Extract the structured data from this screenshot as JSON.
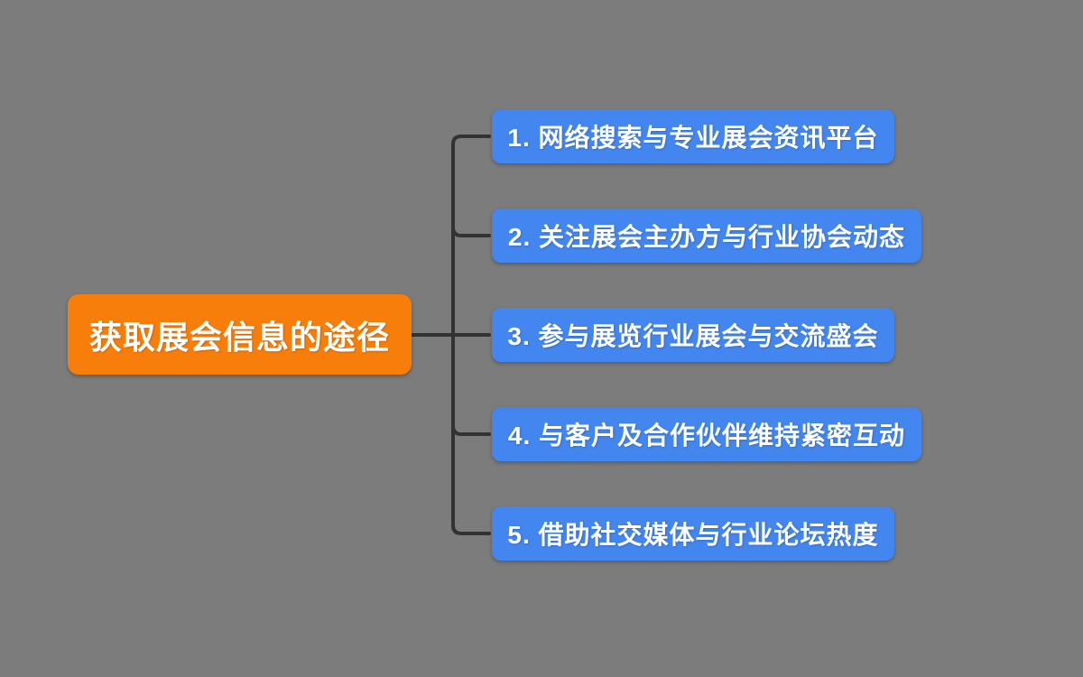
{
  "canvas": {
    "background_color": "#7C7C7C",
    "line_color": "#333333"
  },
  "root": {
    "label": "获取展会信息的途径",
    "color": "#F87E0B",
    "text_color": "#FFFFFF"
  },
  "topics": [
    {
      "label": "1. 网络搜索与专业展会资讯平台",
      "color": "#4386F0"
    },
    {
      "label": "2. 关注展会主办方与行业协会动态",
      "color": "#4386F0"
    },
    {
      "label": "3. 参与展览行业展会与交流盛会",
      "color": "#4386F0"
    },
    {
      "label": "4. 与客户及合作伙伴维持紧密互动",
      "color": "#4386F0"
    },
    {
      "label": "5. 借助社交媒体与行业论坛热度",
      "color": "#4386F0"
    }
  ]
}
